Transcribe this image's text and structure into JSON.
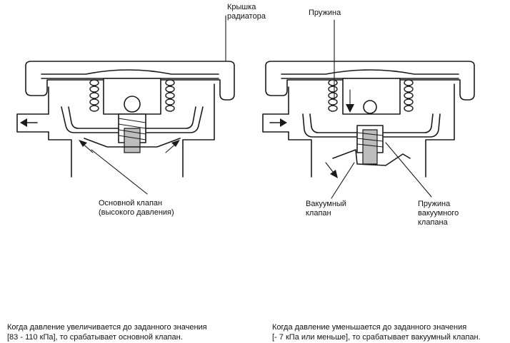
{
  "left_diagram": {
    "label_main_valve": "Основной клапан\n(высокого давления)",
    "caption": "Когда давление увеличивается до заданного значения\n[83 - 110 кПа], то срабатывает основной клапан."
  },
  "right_diagram": {
    "label_cap": "Крышка\nрадиатора",
    "label_spring": "Пружина",
    "label_vacuum_valve": "Вакуумный\nклапан",
    "label_vacuum_spring": "Пружина\nвакуумного\nклапана",
    "caption": "Когда давление уменьшается до заданного значения\n[- 7 кПа или меньше], то срабатывает вакуумный клапан."
  }
}
